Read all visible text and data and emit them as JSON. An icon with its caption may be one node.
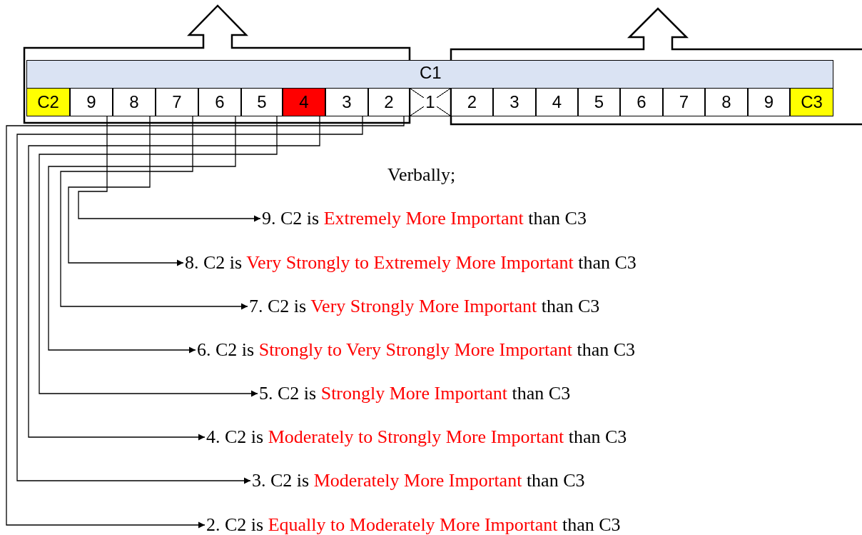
{
  "diagram": {
    "nodes": [
      {
        "text": [
          "C1"
        ]
      },
      {
        "text": [
          "C2"
        ]
      },
      {
        "text": [
          "9"
        ]
      },
      {
        "text": [
          "8"
        ]
      },
      {
        "text": [
          "7"
        ]
      },
      {
        "text": [
          "6"
        ]
      },
      {
        "text": [
          "5"
        ]
      },
      {
        "text": [
          "4"
        ]
      },
      {
        "text": [
          "3"
        ]
      },
      {
        "text": [
          "2"
        ]
      },
      {
        "text": [
          "1"
        ]
      },
      {
        "text": [
          "2"
        ]
      },
      {
        "text": [
          "3"
        ]
      },
      {
        "text": [
          "4"
        ]
      },
      {
        "text": [
          "5"
        ]
      },
      {
        "text": [
          "6"
        ]
      },
      {
        "text": [
          "7"
        ]
      },
      {
        "text": [
          "8"
        ]
      },
      {
        "text": [
          "9"
        ]
      },
      {
        "text": [
          "C3"
        ]
      },
      {
        "text": [
          "9. C2 is",
          "Extremely More Important",
          "than C3"
        ]
      },
      {
        "text": [
          "8. C2 is",
          "Very Strongly to Extremely More Important",
          "than C3"
        ]
      },
      {
        "text": [
          "7. C2 is",
          "Very Strongly More Important",
          "than C3"
        ]
      },
      {
        "text": [
          "6. C2 is",
          "Strongly to Very Strongly More Important",
          "than C3"
        ]
      },
      {
        "text": [
          "5. C2 is",
          "Strongly More Important",
          "than C3"
        ]
      },
      {
        "text": [
          "4. C2 is",
          "Moderately to Strongly More Important",
          "than C3"
        ]
      },
      {
        "text": [
          "3. C2 is",
          "Moderately More Important",
          "than C3"
        ]
      },
      {
        "text": [
          "2. C2 is",
          "Equally to Moderately More Important",
          "than C3"
        ]
      }
    ],
    "edges": [
      {
        "from": 2,
        "to": 20,
        "arrow": "to"
      },
      {
        "from": 3,
        "to": 21,
        "arrow": "to"
      },
      {
        "from": 4,
        "to": 22,
        "arrow": "to"
      },
      {
        "from": 5,
        "to": 23,
        "arrow": "to"
      },
      {
        "from": 6,
        "to": 24,
        "arrow": "to"
      },
      {
        "from": 7,
        "to": 25,
        "arrow": "to"
      },
      {
        "from": 8,
        "to": 26,
        "arrow": "to"
      },
      {
        "from": 9,
        "to": 27,
        "arrow": "to"
      }
    ],
    "labels": [
      "Verbally;"
    ]
  }
}
